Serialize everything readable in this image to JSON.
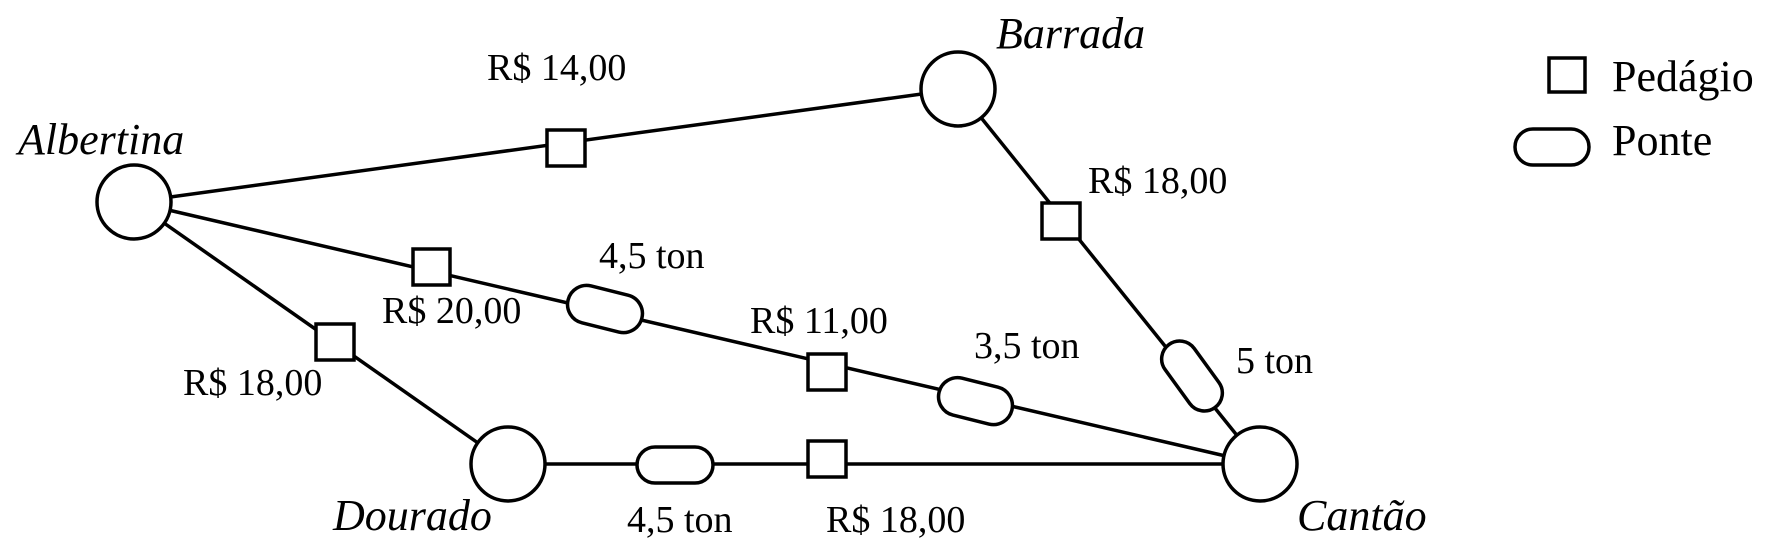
{
  "cities": {
    "albertina": "Albertina",
    "barrada": "Barrada",
    "dourado": "Dourado",
    "cantao": "Cantão"
  },
  "routes": {
    "albertina_barrada": {
      "toll": "R$ 14,00"
    },
    "barrada_cantao": {
      "toll": "R$ 18,00",
      "bridge": "5 ton"
    },
    "albertina_cantao": {
      "toll_1": "R$ 20,00",
      "bridge_1": "4,5 ton",
      "toll_2": "R$ 11,00",
      "bridge_2": "3,5 ton"
    },
    "albertina_dourado": {
      "toll": "R$ 18,00"
    },
    "dourado_cantao": {
      "bridge": "4,5 ton",
      "toll": "R$ 18,00"
    }
  },
  "legend": {
    "toll": "Pedágio",
    "bridge": "Ponte"
  }
}
